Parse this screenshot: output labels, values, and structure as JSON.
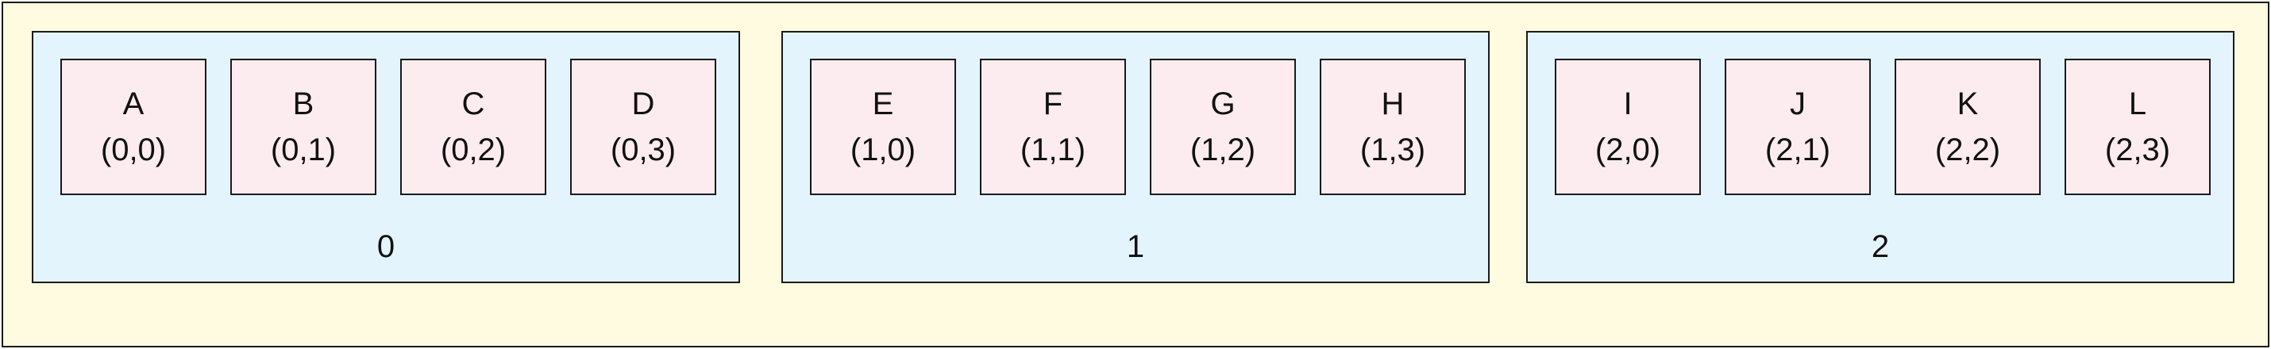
{
  "groups": [
    {
      "label": "0",
      "cells": [
        {
          "letter": "A",
          "coord": "(0,0)"
        },
        {
          "letter": "B",
          "coord": "(0,1)"
        },
        {
          "letter": "C",
          "coord": "(0,2)"
        },
        {
          "letter": "D",
          "coord": "(0,3)"
        }
      ]
    },
    {
      "label": "1",
      "cells": [
        {
          "letter": "E",
          "coord": "(1,0)"
        },
        {
          "letter": "F",
          "coord": "(1,1)"
        },
        {
          "letter": "G",
          "coord": "(1,2)"
        },
        {
          "letter": "H",
          "coord": "(1,3)"
        }
      ]
    },
    {
      "label": "2",
      "cells": [
        {
          "letter": "I",
          "coord": "(2,0)"
        },
        {
          "letter": "J",
          "coord": "(2,1)"
        },
        {
          "letter": "K",
          "coord": "(2,2)"
        },
        {
          "letter": "L",
          "coord": "(2,3)"
        }
      ]
    }
  ],
  "colors": {
    "outer_background": "#fefbe1",
    "group_background": "#e4f4fc",
    "cell_background": "#fcecf0",
    "border": "#1a1a1a"
  }
}
